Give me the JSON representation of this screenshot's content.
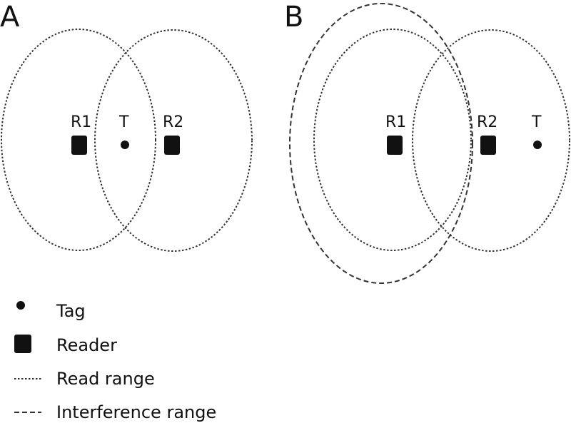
{
  "panels": {
    "a": {
      "label": "A",
      "reader1": "R1",
      "reader2": "R2",
      "tag": "T"
    },
    "b": {
      "label": "B",
      "reader1": "R1",
      "reader2": "R2",
      "tag": "T"
    }
  },
  "legend": {
    "tag": "Tag",
    "reader": "Reader",
    "read_range": "Read range",
    "interference_range": "Interference range"
  },
  "colors": {
    "stroke": "#333333",
    "fill": "#111111"
  }
}
